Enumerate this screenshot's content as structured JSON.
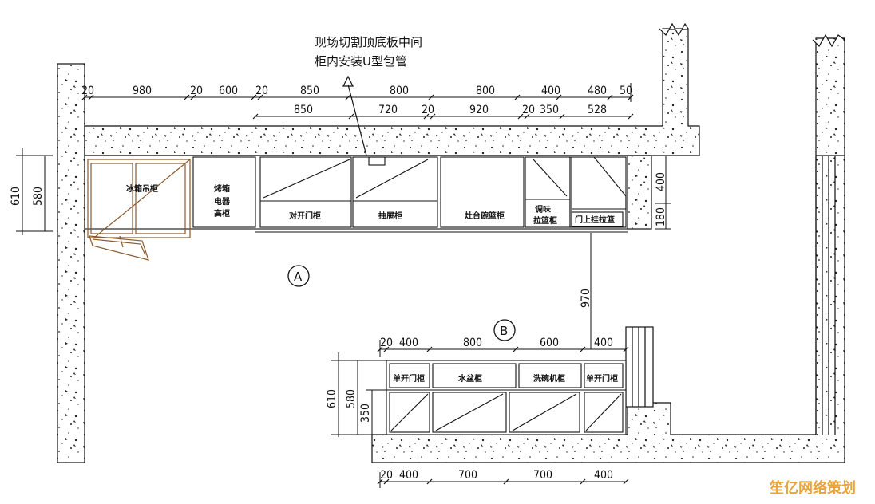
{
  "note": {
    "line1": "现场切割顶底板中间",
    "line2": "柜内安装U型包管"
  },
  "markers": {
    "a": "A",
    "b": "B"
  },
  "top_dims_row1": [
    "20",
    "980",
    "20",
    "600",
    "20",
    "850",
    "800",
    "800",
    "400",
    "480",
    "50"
  ],
  "top_dims_row2": [
    "850",
    "720",
    "20",
    "920",
    "20",
    "350",
    "528"
  ],
  "cabinets_a": {
    "fridge": "冰箱吊柜",
    "oven_l1": "烤箱",
    "oven_l2": "电器",
    "oven_l3": "高柜",
    "double_door": "对开门柜",
    "drawer": "抽屉柜",
    "stove": "灶台碗篮柜",
    "spice_l1": "调味",
    "spice_l2": "拉篮柜",
    "door_pull": "门上挂拉篮"
  },
  "right_dims": {
    "upper": "400",
    "lower": "180"
  },
  "left_dims_a": {
    "outer": "610",
    "inner": "580"
  },
  "gap_dim": "970",
  "cabinets_b": {
    "single_left": "单开门柜",
    "sink": "水盆柜",
    "dishwasher": "洗碗机柜",
    "single_right": "单开门柜"
  },
  "b_top_dims": [
    "20",
    "400",
    "800",
    "600",
    "400"
  ],
  "b_bottom_dims": [
    "20",
    "400",
    "700",
    "700",
    "400"
  ],
  "left_dims_b": {
    "outer": "610",
    "inner": "580",
    "low": "350"
  },
  "watermark": "笙亿网络策划"
}
